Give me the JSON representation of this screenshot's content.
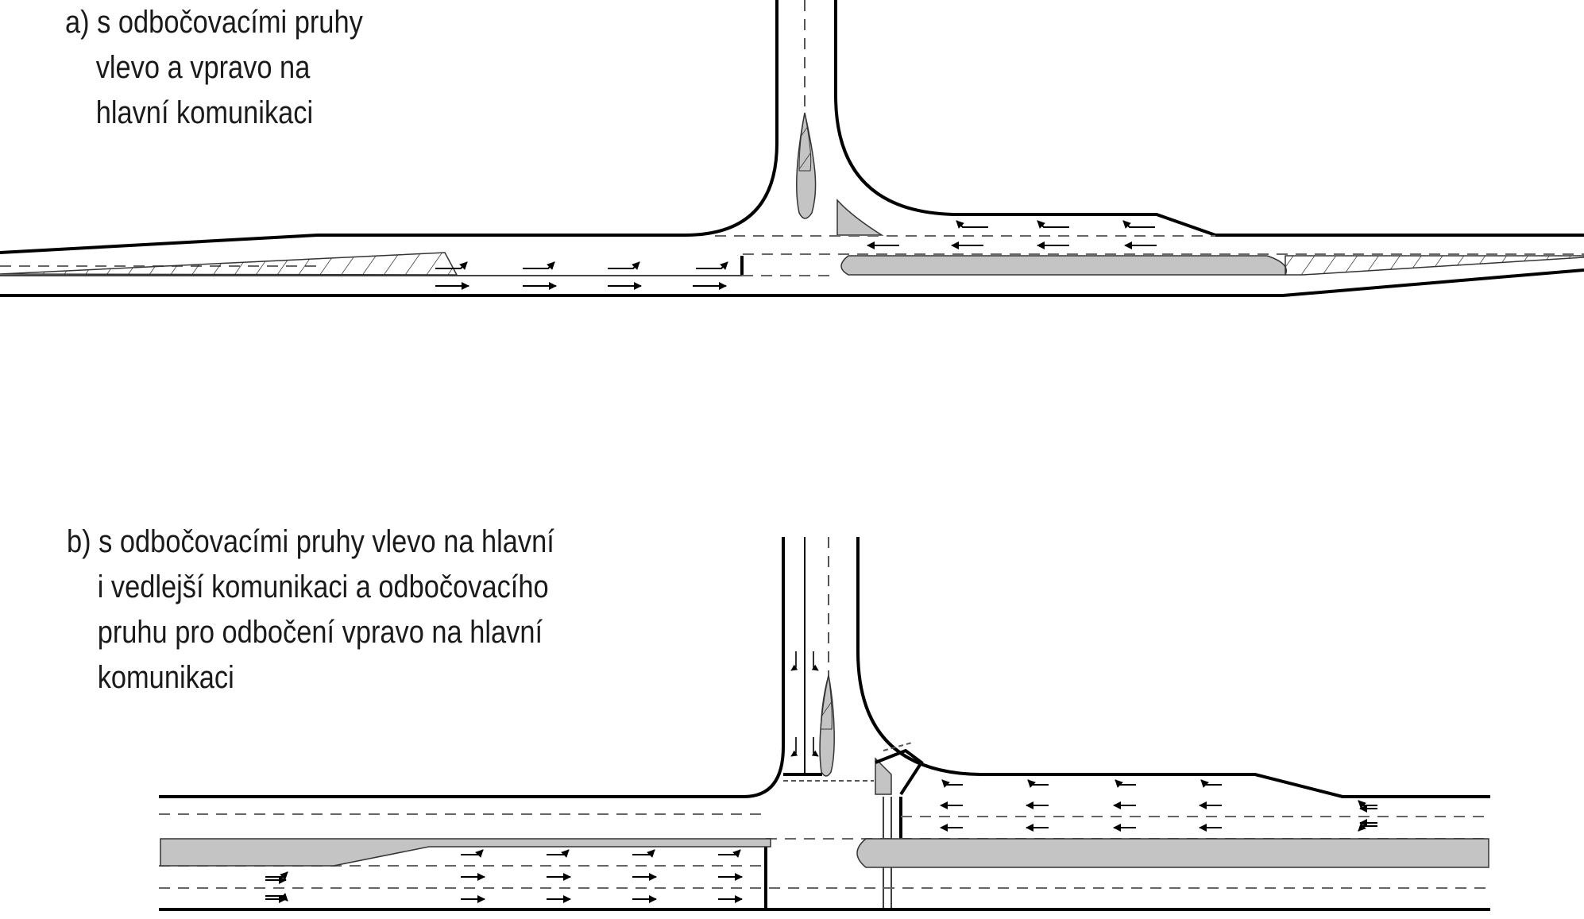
{
  "diagram_a": {
    "prefix": "a)",
    "lines": [
      "s odbočovacími pruhy",
      "vlevo a vpravo na",
      "hlavní komunikaci"
    ]
  },
  "diagram_b": {
    "prefix": "b)",
    "lines": [
      "s odbočovacími pruhy vlevo na hlavní",
      "i vedlejší komunikaci a odbočovacího",
      "pruhu pro odbočení vpravo na hlavní",
      "komunikaci"
    ]
  },
  "colors": {
    "curb": "#000000",
    "marking": "#555555",
    "island_fill": "#c4c4c4",
    "text": "#1a1a1a"
  }
}
